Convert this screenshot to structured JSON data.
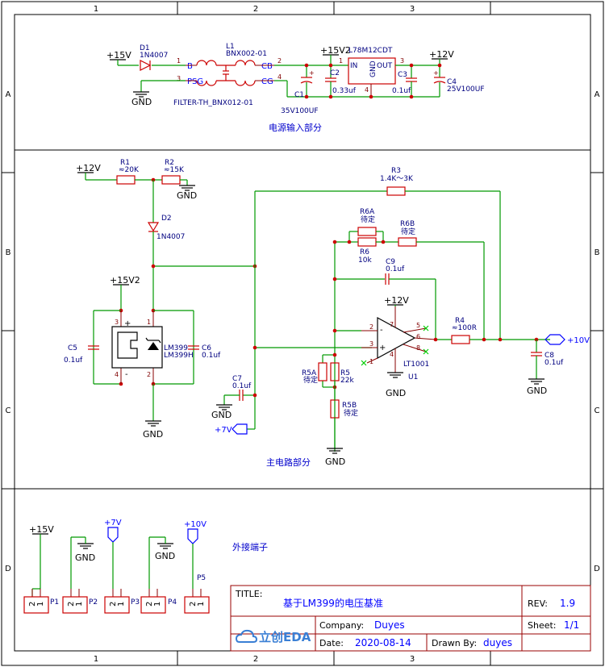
{
  "frame": {
    "columns": [
      "1",
      "2",
      "3"
    ],
    "rows": [
      "A",
      "B",
      "C",
      "D"
    ]
  },
  "sections": {
    "power_input": "电源输入部分",
    "main_circuit": "主电路部分",
    "external_terminals": "外接端子"
  },
  "nets": {
    "p15v": "+15V",
    "p15v2": "+15V2",
    "p12v": "+12V",
    "p7v": "+7V",
    "p10v": "+10V",
    "gnd": "GND"
  },
  "components": {
    "D1": {
      "ref": "D1",
      "value": "1N4007"
    },
    "L1": {
      "ref": "L1",
      "value": "BNX002-01",
      "footprint": "FILTER-TH_BNX012-01",
      "pins": {
        "B": "B",
        "PSG": "PSG",
        "CB": "CB",
        "CG": "CG"
      }
    },
    "C1": {
      "ref": "C1",
      "value": "35V100UF"
    },
    "C2": {
      "ref": "C2",
      "value": "0.33uf"
    },
    "U_reg": {
      "ref": "L78M12CDT",
      "in": "IN",
      "out": "OUT",
      "gnd": "GND"
    },
    "C3": {
      "ref": "C3",
      "value": "0.1uf"
    },
    "C4": {
      "ref": "C4",
      "value": "25V100UF"
    },
    "R1": {
      "ref": "R1",
      "value": "≈20K"
    },
    "R2": {
      "ref": "R2",
      "value": "≈15K"
    },
    "D2": {
      "ref": "D2",
      "value": "1N4007"
    },
    "R3": {
      "ref": "R3",
      "value": "1.4K～3K"
    },
    "R6A": {
      "ref": "R6A",
      "value": "待定"
    },
    "R6B": {
      "ref": "R6B",
      "value": "待定"
    },
    "R6": {
      "ref": "R6",
      "value": "10k"
    },
    "C9": {
      "ref": "C9",
      "value": "0.1uf"
    },
    "C5": {
      "ref": "C5",
      "value": "0.1uf"
    },
    "C6": {
      "ref": "C6",
      "value": "0.1uf"
    },
    "LM399": {
      "ref1": "LM399",
      "ref2": "LM399H"
    },
    "R4": {
      "ref": "R4",
      "value": "≈100R"
    },
    "C8": {
      "ref": "C8",
      "value": "0.1uf"
    },
    "U1": {
      "ref": "U1",
      "value": "LT1001"
    },
    "C7": {
      "ref": "C7",
      "value": "0.1uf"
    },
    "R5A": {
      "ref": "R5A",
      "value": "待定"
    },
    "R5": {
      "ref": "R5",
      "value": "22k"
    },
    "R5B": {
      "ref": "R5B",
      "value": "待定"
    }
  },
  "pins": {
    "n1": "1",
    "n2": "2",
    "n3": "3",
    "n4": "4",
    "n5": "5",
    "n6": "6",
    "n7": "7",
    "n8": "8",
    "plus": "+",
    "minus": "-"
  },
  "connectors": [
    "P1",
    "P2",
    "P3",
    "P4",
    "P5"
  ],
  "title_block": {
    "title_label": "TITLE:",
    "title": "基于LM399的电压基准",
    "rev_label": "REV:",
    "rev": "1.9",
    "company_label": "Company:",
    "company": "Duyes",
    "sheet_label": "Sheet:",
    "sheet": "1/1",
    "date_label": "Date:",
    "date": "2020-08-14",
    "drawn_label": "Drawn By:",
    "drawn": "duyes",
    "logo": "立创EDA"
  },
  "colors": {
    "wire": "#009900",
    "component": "#cc0000",
    "net_label": "#0000ff",
    "text": "#000080"
  }
}
